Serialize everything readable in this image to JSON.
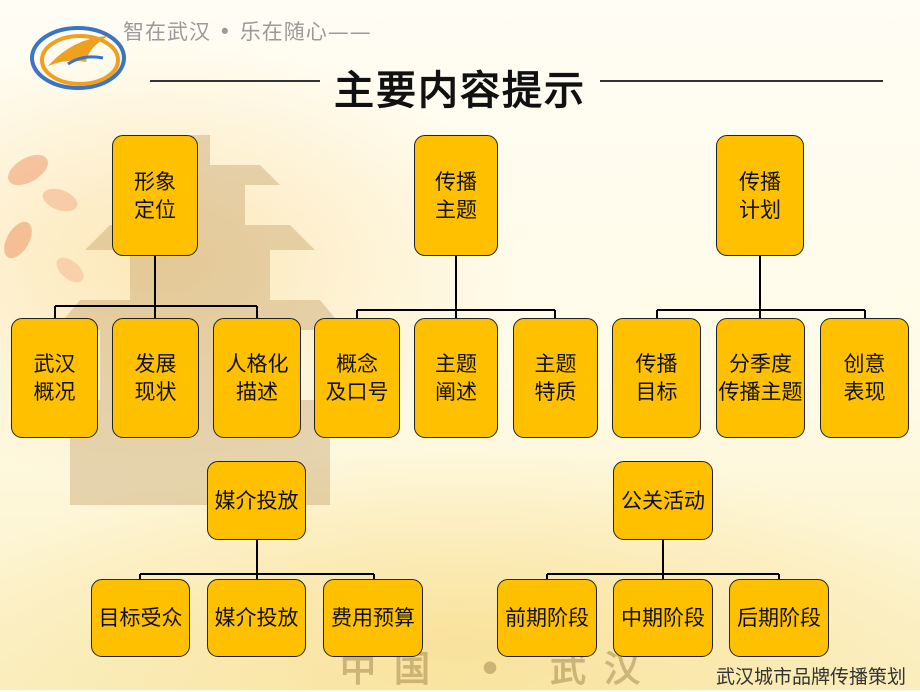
{
  "header": {
    "slogan": "智在武汉 • 乐在随心——",
    "title": "主要内容提示"
  },
  "footer": {
    "watermark": "中国 • 武汉",
    "brand": "武汉城市品牌传播策划"
  },
  "nodes": {
    "image": "形象\n定位",
    "image_wuhan": "武汉\n概况",
    "image_develop": "发展\n现状",
    "image_persona": "人格化\n描述",
    "theme": "传播\n主题",
    "theme_concept": "概念\n及口号",
    "theme_explain": "主题\n阐述",
    "theme_quality": "主题\n特质",
    "plan": "传播\n计划",
    "plan_goal": "传播\n目标",
    "plan_season": "分季度\n传播主题",
    "plan_creative": "创意\n表现",
    "media": "媒介投放",
    "media_audience": "目标受众",
    "media_placement": "媒介投放",
    "media_budget": "费用预算",
    "pr": "公关活动",
    "pr_early": "前期阶段",
    "pr_mid": "中期阶段",
    "pr_late": "后期阶段"
  },
  "colors": {
    "box_fill": "#ffc000",
    "line": "#000000"
  }
}
